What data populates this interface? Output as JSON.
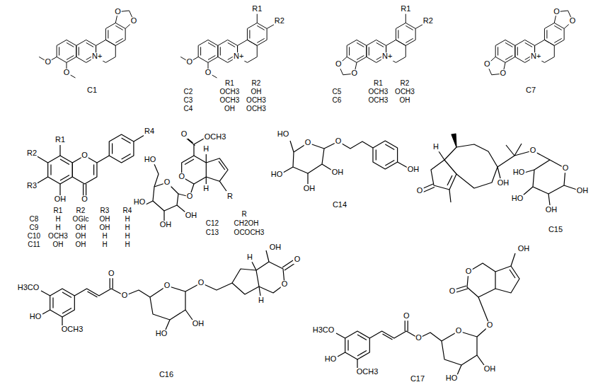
{
  "diagram": {
    "labels": [
      "O",
      "O",
      "N+",
      "O",
      "O",
      "C1",
      "R1",
      "R2",
      "N+",
      "O",
      "O",
      "R1",
      "R2",
      "C2",
      "OCH3",
      "OH",
      "C3",
      "OCH3",
      "OCH3",
      "C4",
      "OH",
      "OCH3",
      "R1",
      "R2",
      "N+",
      "O",
      "O",
      "R1",
      "R2",
      "C5",
      "OCH3",
      "OCH3",
      "C6",
      "OCH3",
      "OH",
      "O",
      "O",
      "N+",
      "O",
      "O",
      "C7",
      "R1",
      "R2",
      "R3",
      "R4",
      "O",
      "O",
      "OH",
      "R1",
      "R2",
      "R3",
      "R4",
      "C8",
      "H",
      "OGlc",
      "OH",
      "H",
      "C9",
      "H",
      "OH",
      "OH",
      "H",
      "C10",
      "OCH3",
      "OH",
      "H",
      "H",
      "C11",
      "OH",
      "OH",
      "H",
      "H",
      "O",
      "OCH3",
      "H",
      "O",
      "H",
      "R",
      "O",
      "HO",
      "O",
      "HO",
      "OH",
      "OH",
      "R",
      "C12",
      "CH2OH",
      "C13",
      "OCOCH3",
      "HO",
      "O",
      "O",
      "HO",
      "OH",
      "OH",
      "OH",
      "C14",
      "O",
      "H",
      "OH",
      "O",
      "O",
      "HO",
      "HO",
      "OH",
      "OH",
      "C15",
      "H3CO",
      "HO",
      "OCH3",
      "O",
      "O",
      "O",
      "HO",
      "OH",
      "O",
      "H",
      "OH",
      "O",
      "O",
      "H",
      "C16",
      "H3CO",
      "HO",
      "OCH3",
      "O",
      "O",
      "O",
      "HO",
      "OH",
      "O",
      "O",
      "O",
      "OH",
      "C17"
    ]
  }
}
